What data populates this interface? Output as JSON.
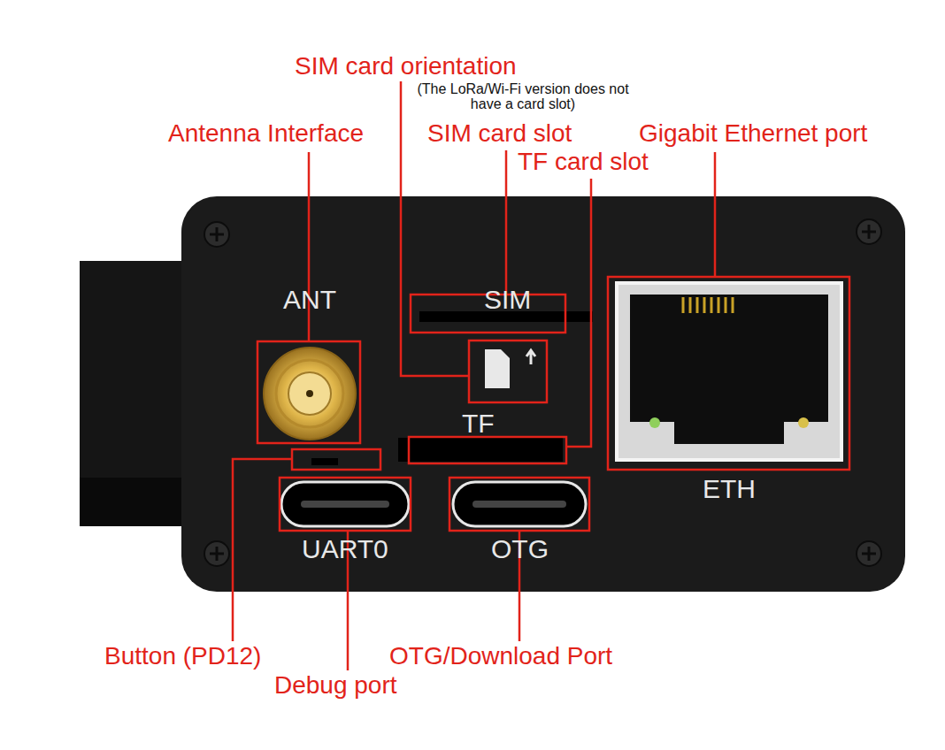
{
  "diagram": {
    "labels": [
      "SIM card orientation",
      "(The LoRa/Wi-Fi version does not have a card slot)",
      "Antenna Interface",
      "SIM card slot",
      "TF card slot",
      "Gigabit Ethernet port",
      "ANT",
      "SIM",
      "TF",
      "ETH",
      "UART0",
      "OTG",
      "Button (PD12)",
      "Debug port",
      "OTG/Download Port"
    ]
  }
}
